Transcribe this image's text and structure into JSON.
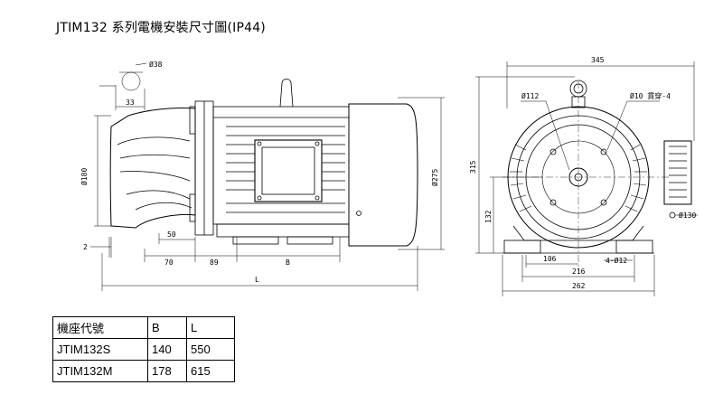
{
  "title": "JTIM132 系列電機安裝尺寸圖(IP44)",
  "dimensions": {
    "d38": "Ø38",
    "d33": "33",
    "d180": "Ø180",
    "d2": "2",
    "d50": "50",
    "d70": "70",
    "d89": "89",
    "dB": "B",
    "dL": "L",
    "d275": "Ø275",
    "d345": "345",
    "d112": "Ø112",
    "d10": "Ø10 貫穿-4",
    "d315": "315",
    "d132": "132",
    "d130": "Ø130",
    "d106": "106",
    "d4_12": "4-Ø12",
    "d216": "216",
    "d262": "262"
  },
  "table": {
    "headers": [
      "機座代號",
      "B",
      "L"
    ],
    "rows": [
      [
        "JTIM132S",
        "140",
        "550"
      ],
      [
        "JTIM132M",
        "178",
        "615"
      ]
    ]
  }
}
